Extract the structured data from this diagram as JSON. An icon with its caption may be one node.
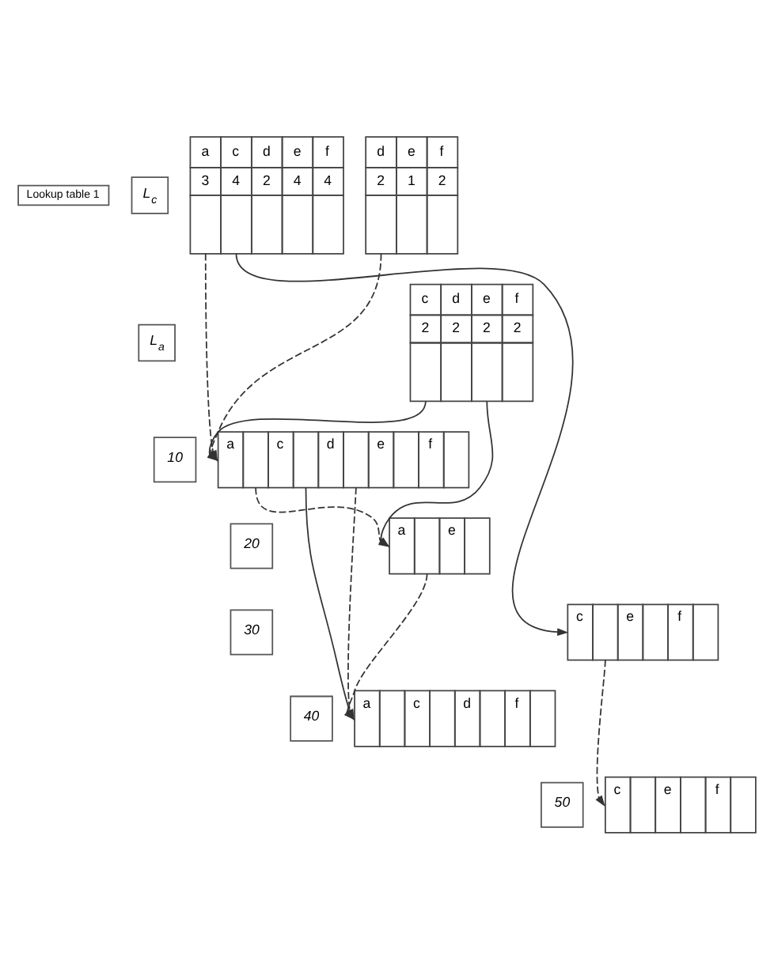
{
  "diagram": {
    "nodes": [
      {
        "text": [
          "Lookup table 1"
        ]
      },
      {
        "text": [
          "a",
          "c",
          "d",
          "e",
          "f",
          "3",
          "4",
          "2",
          "4",
          "4"
        ]
      },
      {
        "text": [
          "L$_{c}$"
        ]
      },
      {
        "text": [
          "d",
          "e",
          "f",
          "2",
          "1",
          "2"
        ]
      },
      {
        "text": [
          "L$_{a}$"
        ]
      },
      {
        "text": [
          "c",
          "d",
          "e",
          "f",
          "2",
          "2",
          "2",
          "2"
        ]
      },
      {
        "text": [
          "10"
        ]
      },
      {
        "text": [
          "a",
          "c",
          "d",
          "e",
          "f"
        ]
      },
      {
        "text": [
          "20"
        ]
      },
      {
        "text": [
          "a",
          "e"
        ]
      },
      {
        "text": [
          "30"
        ]
      },
      {
        "text": [
          "c",
          "e",
          "f"
        ]
      },
      {
        "text": [
          "40"
        ]
      },
      {
        "text": [
          "a",
          "c",
          "d",
          "f"
        ]
      },
      {
        "text": [
          "50"
        ]
      },
      {
        "text": [
          "c",
          "e",
          "f"
        ]
      }
    ],
    "edges": [
      {
        "from": 1,
        "to": 7,
        "arrow": "to",
        "style": "dashed"
      },
      {
        "from": 1,
        "to": 11,
        "arrow": "to"
      },
      {
        "from": 3,
        "to": 7,
        "arrow": "to",
        "style": "dashed"
      },
      {
        "from": 5,
        "to": 7,
        "arrow": "to"
      },
      {
        "from": 5,
        "to": 9,
        "arrow": "to"
      },
      {
        "from": 7,
        "to": 9,
        "arrow": "to",
        "style": "dashed"
      },
      {
        "from": 7,
        "to": 13,
        "arrow": "to"
      },
      {
        "from": 7,
        "to": 13,
        "arrow": "to",
        "style": "dashed"
      },
      {
        "from": 9,
        "to": 13,
        "arrow": "to",
        "style": "dashed"
      },
      {
        "from": 11,
        "to": 15,
        "arrow": "to",
        "style": "dashed"
      }
    ]
  }
}
